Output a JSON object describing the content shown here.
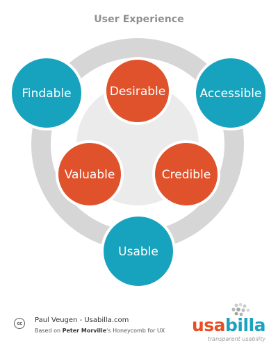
{
  "title": "User Experience",
  "nodes": [
    {
      "key": "findable",
      "label": "Findable",
      "color": "#17a3be",
      "kind": "outer"
    },
    {
      "key": "desirable",
      "label": "Desirable",
      "color": "#e0522b",
      "kind": "inner"
    },
    {
      "key": "accessible",
      "label": "Accessible",
      "color": "#17a3be",
      "kind": "outer"
    },
    {
      "key": "valuable",
      "label": "Valuable",
      "color": "#e0522b",
      "kind": "inner"
    },
    {
      "key": "credible",
      "label": "Credible",
      "color": "#e0522b",
      "kind": "inner"
    },
    {
      "key": "usable",
      "label": "Usable",
      "color": "#17a3be",
      "kind": "outer"
    }
  ],
  "colors": {
    "ring": "#d6d6d6",
    "ring_inner": "#ebebeb",
    "title": "#8f8f8f",
    "teal": "#17a3be",
    "orange": "#e0522b"
  },
  "footer": {
    "cc_icon": "cc",
    "author": "Paul Veugen - Usabilla.com",
    "basis_prefix": "Based on ",
    "basis_name": "Peter Morville",
    "basis_suffix": "'s Honeycomb for UX"
  },
  "logo": {
    "word_part1": "usa",
    "word_part2": "billa",
    "tagline": "transparent usability"
  }
}
